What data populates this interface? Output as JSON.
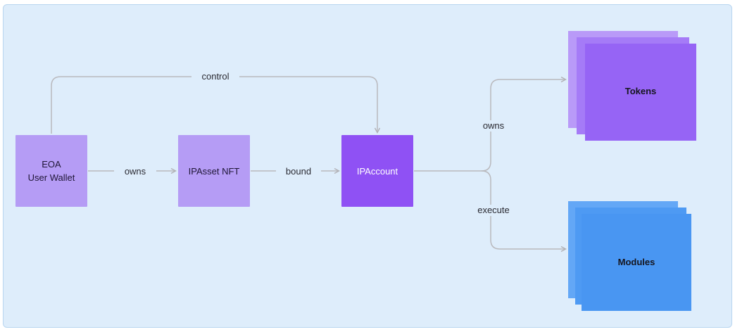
{
  "nodes": {
    "eoa": {
      "line1": "EOA",
      "line2": "User Wallet"
    },
    "ipasset": {
      "label": "IPAsset NFT"
    },
    "ipaccount": {
      "label": "IPAccount"
    },
    "tokens": {
      "label": "Tokens"
    },
    "modules": {
      "label": "Modules"
    }
  },
  "edges": {
    "control": "control",
    "eoa_to_ipasset": "owns",
    "ipasset_to_ipaccount": "bound",
    "ipaccount_to_tokens": "owns",
    "ipaccount_to_modules": "execute"
  },
  "colors": {
    "panel_bg": "#deedfb",
    "light_purple": "#b59cf5",
    "dark_purple": "#8f51f4",
    "blue": "#4996f2",
    "connector": "#b9b9bd"
  }
}
